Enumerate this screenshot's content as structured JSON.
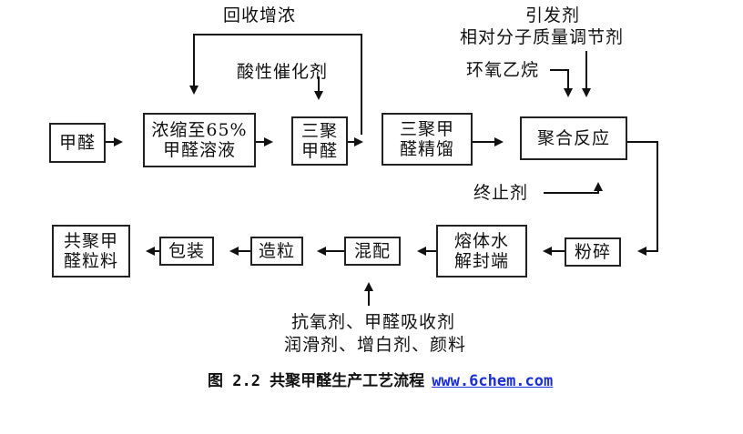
{
  "boxes": {
    "formaldehyde": "甲醛",
    "concentrate": [
      "浓缩至65%",
      "甲醛溶液"
    ],
    "trioxane": [
      "三聚",
      "甲醛"
    ],
    "trioxane_rectify": [
      "三聚甲",
      "醛精馏"
    ],
    "polymerization": "聚合反应",
    "pulverize": "粉碎",
    "melt_endcap": [
      "熔体水",
      "解封端"
    ],
    "blending": "混配",
    "pelletizing": "造粒",
    "packaging": "包装",
    "copolymer_pellets": [
      "共聚甲",
      "醛粒料"
    ]
  },
  "labels": {
    "recycle": "回收增浓",
    "acid_catalyst": "酸性催化剂",
    "initiator": "引发剂",
    "mw_regulator": "相对分子质量调节剂",
    "ethylene_oxide": "环氧乙烷",
    "terminator": "终止剂",
    "additives_1": "抗氧剂、甲醛吸收剂",
    "additives_2": "润滑剂、增白剂、颜料"
  },
  "caption": {
    "text": "图 2.2  共聚甲醛生产工艺流程",
    "link": "www.6chem.com"
  }
}
